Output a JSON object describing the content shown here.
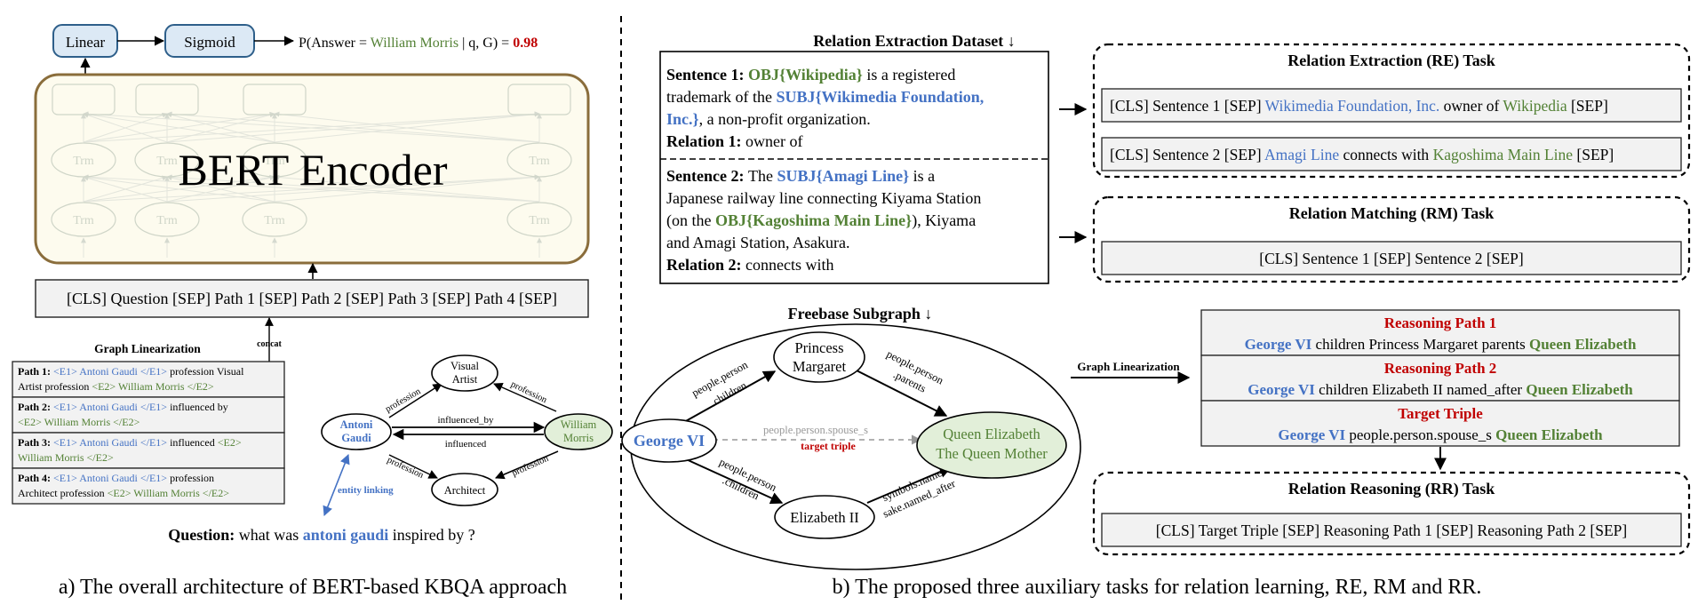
{
  "colors": {
    "blue": "#4472c4",
    "green": "#538135",
    "red": "#c00000",
    "node_blue_fill": "#dce9f5",
    "node_blue_stroke": "#2e5f8a",
    "encoder_fill": "#fdfbee",
    "encoder_stroke": "#8a6d3b",
    "box_gray": "#f2f2f2",
    "green_node": "#e2efd9",
    "faint": "#cfd5c8"
  },
  "left": {
    "linear": "Linear",
    "sigmoid": "Sigmoid",
    "prob_prefix": "P(Answer = ",
    "prob_answer": "William Morris",
    "prob_mid": " | q, G) = ",
    "prob_value": "0.98",
    "encoder_title": "BERT Encoder",
    "trm": "Trm",
    "input_sequence": "[CLS] Question [SEP] Path 1 [SEP] Path 2 [SEP] Path 3 [SEP] Path 4 [SEP]",
    "graph_linearization_title": "Graph Linearization",
    "concat": "concat",
    "paths": [
      [
        {
          "t": "Path 1: ",
          "c": "k",
          "b": true
        },
        {
          "t": "<E1> Antoni Gaudi </E1>",
          "c": "blue"
        },
        {
          "t": " profession Visual",
          "c": "k"
        },
        {
          "br": true
        },
        {
          "t": "Artist profession ",
          "c": "k"
        },
        {
          "t": "<E2> William Morris </E2>",
          "c": "green"
        }
      ],
      [
        {
          "t": "Path 2: ",
          "c": "k",
          "b": true
        },
        {
          "t": "<E1> Antoni Gaudi </E1>",
          "c": "blue"
        },
        {
          "t": " influenced by",
          "c": "k"
        },
        {
          "br": true
        },
        {
          "t": "<E2> William Morris </E2>",
          "c": "green"
        }
      ],
      [
        {
          "t": "Path 3: ",
          "c": "k",
          "b": true
        },
        {
          "t": "<E1> Antoni Gaudi </E1>",
          "c": "blue"
        },
        {
          "t": " influenced ",
          "c": "k"
        },
        {
          "t": "<E2>",
          "c": "green"
        },
        {
          "br": true
        },
        {
          "t": "William Morris </E2>",
          "c": "green"
        }
      ],
      [
        {
          "t": "Path 4: ",
          "c": "k",
          "b": true
        },
        {
          "t": "<E1> Antoni Gaudi </E1>",
          "c": "blue"
        },
        {
          "t": " profession",
          "c": "k"
        },
        {
          "br": true
        },
        {
          "t": "Architect profession ",
          "c": "k"
        },
        {
          "t": "<E2> William Morris </E2>",
          "c": "green"
        }
      ]
    ],
    "graph": {
      "antoni_1": "Antoni",
      "antoni_2": "Gaudi",
      "visual_1": "Visual",
      "visual_2": "Artist",
      "william_1": "William",
      "william_2": "Morris",
      "architect": "Architect",
      "edge_profession": "profession",
      "edge_influenced_by": "influenced_by",
      "edge_influenced": "influenced",
      "entity_linking": "entity linking"
    },
    "question_label": "Question:",
    "question_pre": " what was ",
    "question_entity": "antoni gaudi",
    "question_post": " inspired by ?",
    "caption": "a) The overall architecture of BERT-based KBQA approach"
  },
  "right": {
    "dataset_title": "Relation Extraction Dataset ↓",
    "sentence1": [
      [
        {
          "t": "Sentence 1: ",
          "c": "k",
          "b": true
        },
        {
          "t": "OBJ{Wikipedia}",
          "c": "green",
          "b": true
        },
        {
          "t": " is a registered",
          "c": "k"
        }
      ],
      [
        {
          "t": "trademark of the ",
          "c": "k"
        },
        {
          "t": "SUBJ{Wikimedia Foundation,",
          "c": "blue",
          "b": true
        }
      ],
      [
        {
          "t": "Inc.}",
          "c": "blue",
          "b": true
        },
        {
          "t": ", a non-profit organization.",
          "c": "k"
        }
      ],
      [
        {
          "t": "Relation 1: ",
          "c": "k",
          "b": true
        },
        {
          "t": "owner of",
          "c": "k"
        }
      ]
    ],
    "sentence2": [
      [
        {
          "t": "Sentence 2: ",
          "c": "k",
          "b": true
        },
        {
          "t": "The ",
          "c": "k"
        },
        {
          "t": "SUBJ{Amagi Line}",
          "c": "blue",
          "b": true
        },
        {
          "t": " is a",
          "c": "k"
        }
      ],
      [
        {
          "t": "Japanese railway line connecting Kiyama Station",
          "c": "k"
        }
      ],
      [
        {
          "t": "(on the ",
          "c": "k"
        },
        {
          "t": "OBJ{Kagoshima Main Line}",
          "c": "green",
          "b": true
        },
        {
          "t": "), Kiyama",
          "c": "k"
        }
      ],
      [
        {
          "t": "and Amagi Station, Asakura.",
          "c": "k"
        }
      ],
      [
        {
          "t": "Relation 2: ",
          "c": "k",
          "b": true
        },
        {
          "t": "connects with",
          "c": "k"
        }
      ]
    ],
    "re_title": "Relation Extraction (RE) Task",
    "re_line1": [
      {
        "t": "[CLS] Sentence 1 [SEP] ",
        "c": "k"
      },
      {
        "t": "Wikimedia Foundation, Inc.",
        "c": "blue"
      },
      {
        "t": " owner of ",
        "c": "k"
      },
      {
        "t": "Wikipedia",
        "c": "green"
      },
      {
        "t": " [SEP]",
        "c": "k"
      }
    ],
    "re_line2": [
      {
        "t": "[CLS] Sentence 2 [SEP] ",
        "c": "k"
      },
      {
        "t": "Amagi Line",
        "c": "blue"
      },
      {
        "t": " connects with ",
        "c": "k"
      },
      {
        "t": "Kagoshima Main Line",
        "c": "green"
      },
      {
        "t": " [SEP]",
        "c": "k"
      }
    ],
    "rm_title": "Relation Matching (RM) Task",
    "rm_line": "[CLS] Sentence 1 [SEP] Sentence 2 [SEP]",
    "subgraph_title": "Freebase Subgraph ↓",
    "subgraph": {
      "george": "George VI",
      "princess_1": "Princess",
      "princess_2": "Margaret",
      "queen_1": "Queen Elizabeth",
      "queen_2": "The Queen Mother",
      "elizabeth": "Elizabeth II",
      "e_children_top_1": "people.person",
      "e_children_top_2": ".children",
      "e_parents_1": "people.person",
      "e_parents_2": ".parents",
      "e_spouse": "people.person.spouse_s",
      "target_triple": "target triple",
      "e_children_bot_1": "people.person",
      "e_children_bot_2": ".children",
      "e_named_1": "symbols.name-",
      "e_named_2": "sake.named_after"
    },
    "graph_linearization": "Graph Linearization",
    "reasoning": [
      {
        "title": "Reasoning Path 1",
        "line": [
          {
            "t": "George VI",
            "c": "blue",
            "b": true
          },
          {
            "t": " children Princess Margaret parents ",
            "c": "k"
          },
          {
            "t": "Queen Elizabeth",
            "c": "green",
            "b": true
          }
        ]
      },
      {
        "title": "Reasoning Path 2",
        "line": [
          {
            "t": "George VI",
            "c": "blue",
            "b": true
          },
          {
            "t": " children Elizabeth II named_after ",
            "c": "k"
          },
          {
            "t": "Queen Elizabeth",
            "c": "green",
            "b": true
          }
        ]
      },
      {
        "title": "Target Triple",
        "line": [
          {
            "t": "George VI",
            "c": "blue",
            "b": true
          },
          {
            "t": " people.person.spouse_s ",
            "c": "k"
          },
          {
            "t": "Queen Elizabeth",
            "c": "green",
            "b": true
          }
        ]
      }
    ],
    "rr_title": "Relation Reasoning (RR) Task",
    "rr_line": "[CLS] Target Triple [SEP] Reasoning Path 1 [SEP] Reasoning Path 2 [SEP]",
    "caption": "b) The proposed three auxiliary tasks for relation learning, RE, RM and RR."
  }
}
